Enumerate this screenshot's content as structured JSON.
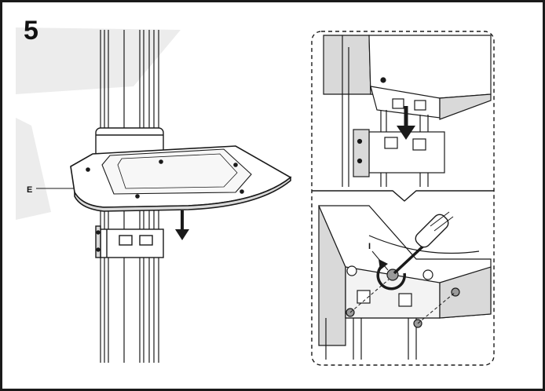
{
  "step_number": "5",
  "labels": {
    "shelf": "E",
    "screw": "I"
  },
  "icons": [
    "down-arrow-icon",
    "rotate-arrow-icon",
    "screwdriver-icon"
  ],
  "colors": {
    "outline": "#1a1a1a",
    "light_gray": "#d9d9d9",
    "mid_gray": "#9a9a9a",
    "background_shadow": "#ececec"
  }
}
